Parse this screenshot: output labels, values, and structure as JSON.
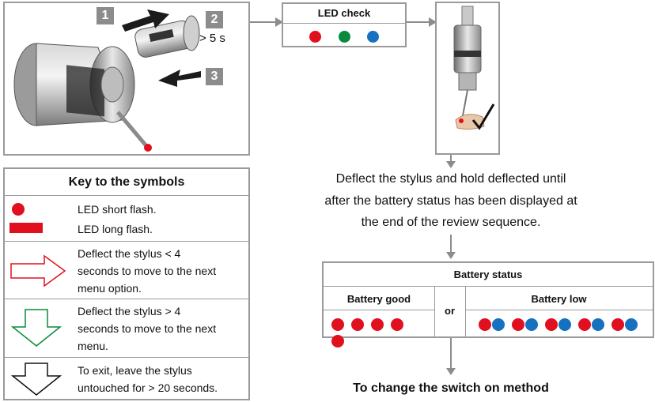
{
  "steps": [
    "1",
    "2",
    "3"
  ],
  "hold_time_label": "> 5 s",
  "led_check": {
    "title": "LED check",
    "colors": [
      "#e0101e",
      "#0a8a3c",
      "#1671c0"
    ]
  },
  "key": {
    "title": "Key to the symbols",
    "rows": [
      {
        "icon": "red-dot",
        "text": [
          "LED short flash."
        ]
      },
      {
        "icon": "red-bar",
        "text": [
          "LED long flash."
        ]
      },
      {
        "icon": "red-right-arrow",
        "text": [
          "Deflect the stylus < 4",
          "seconds to move to the next",
          "menu option."
        ]
      },
      {
        "icon": "green-down-arrow",
        "text": [
          "Deflect the stylus > 4",
          "seconds to move to the next",
          "menu."
        ]
      },
      {
        "icon": "black-down-arrow",
        "text": [
          "To exit, leave the stylus",
          "untouched for > 20 seconds."
        ]
      }
    ]
  },
  "instruction": [
    "Deflect the stylus and hold deflected until",
    "after the battery status has been displayed at",
    "the end of the review sequence."
  ],
  "battery": {
    "title": "Battery status",
    "good_label": "Battery good",
    "or_label": "or",
    "low_label": "Battery low",
    "good_pattern": [
      "red",
      "red",
      "red",
      "red",
      "red"
    ],
    "low_pattern": [
      [
        "red",
        "blue"
      ],
      [
        "red",
        "blue"
      ],
      [
        "red",
        "blue"
      ],
      [
        "red",
        "blue"
      ],
      [
        "red",
        "blue"
      ]
    ]
  },
  "footer": "To change the switch on method",
  "colors": {
    "led_red": "#e0101e",
    "led_green": "#0a8a3c",
    "led_blue": "#1671c0",
    "border_gray": "#9a9a9a",
    "step_gray": "#8c8c8c"
  }
}
